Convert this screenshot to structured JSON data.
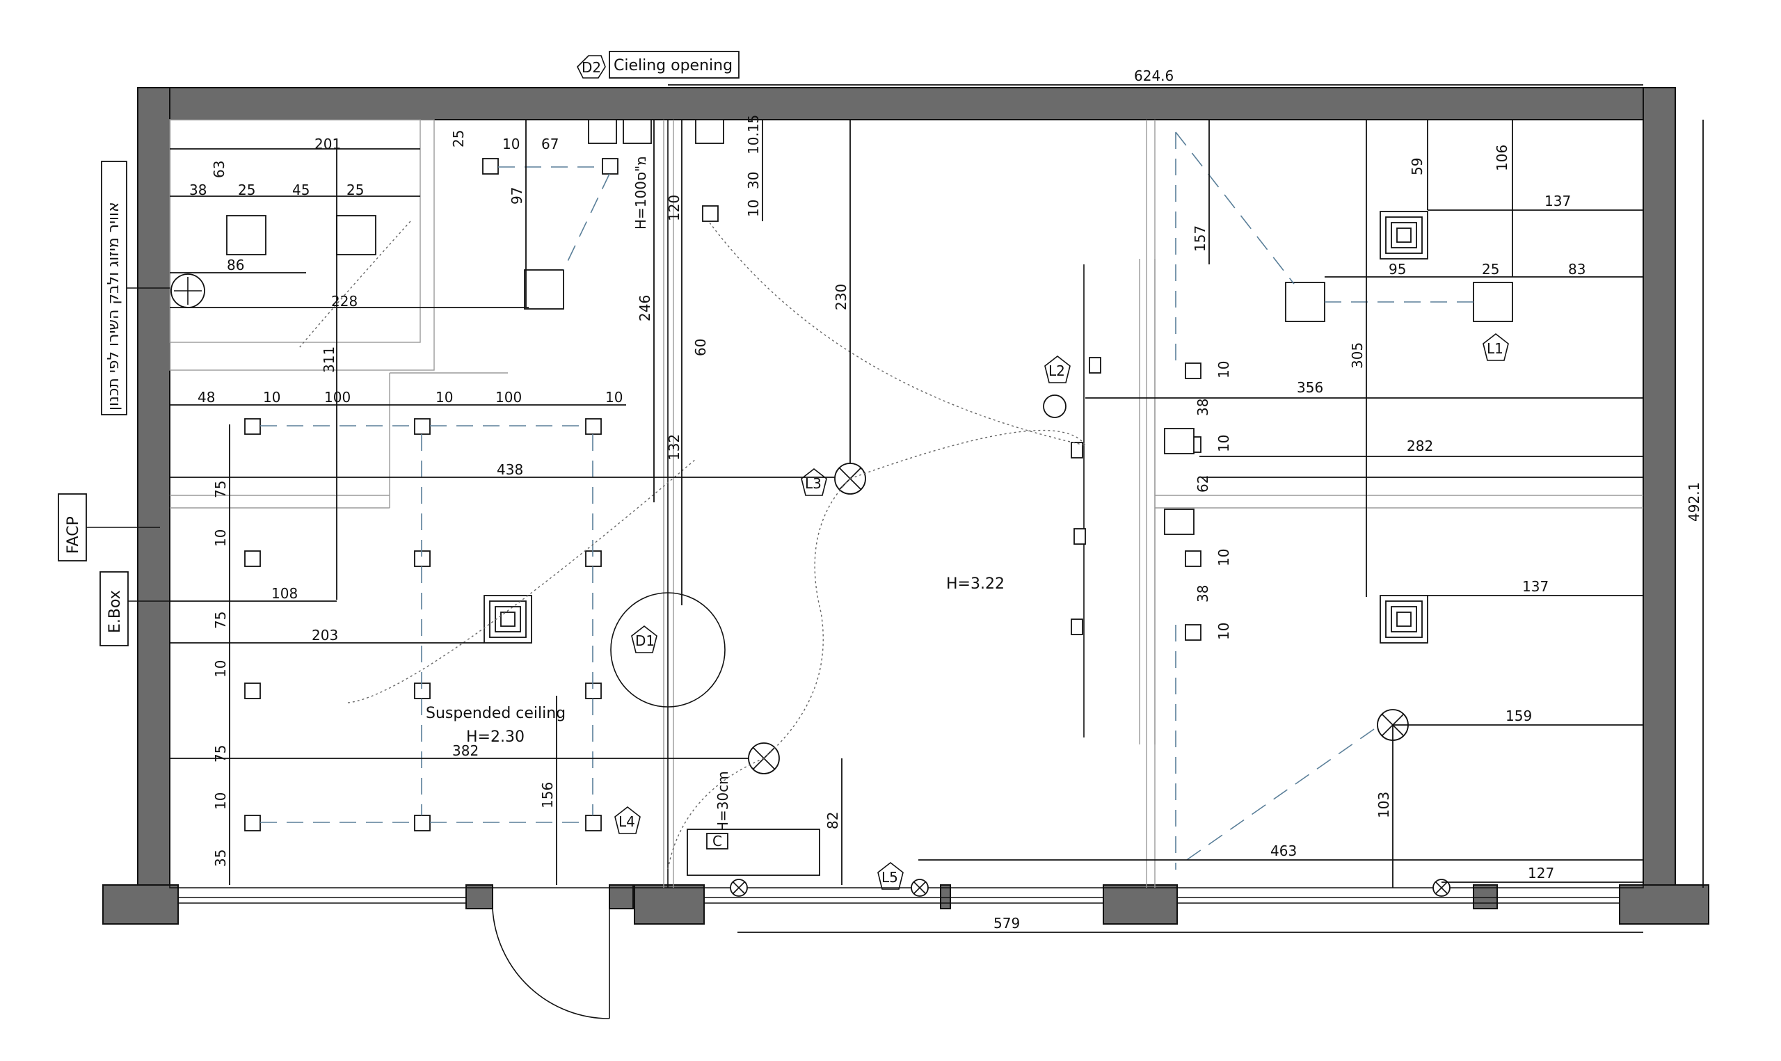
{
  "drawing": {
    "overall_width": "624.6",
    "overall_height": "492.1",
    "bottom_dim": "579",
    "room_height": "H=3.22",
    "suspended_label": "Suspended ceiling",
    "suspended_height": "H=2.30",
    "shaft_height": "H=100מ\"ס",
    "fixture_height": "H=30cm",
    "ceiling_opening_tag": "D2",
    "ceiling_opening_label": "Cieling opening",
    "side_label_facp": "FACP",
    "side_label_ebox": "E.Box",
    "side_label_hebrew": "אוויר מיזוג ולבק השירו לפי תכנון",
    "tags": [
      "L1",
      "L2",
      "L3",
      "L4",
      "L5",
      "D1",
      "C"
    ]
  },
  "dimensions": {
    "top_201": "201",
    "top_25a": "25",
    "top_10a": "10",
    "top_67": "67",
    "row_38": "38",
    "row_25b": "25",
    "row_45": "45",
    "row_25c": "25",
    "v_63": "63",
    "v_97": "97",
    "d_86": "86",
    "d_228": "228",
    "v_311": "311",
    "d_48": "48",
    "d_10b": "10",
    "d_100a": "100",
    "d_10c": "10",
    "d_100b": "100",
    "d_10d": "10",
    "d_438": "438",
    "v_75a": "75",
    "v_10e": "10",
    "d_108": "108",
    "v_75b": "75",
    "d_203": "203",
    "v_10f": "10",
    "v_75c": "75",
    "d_382": "382",
    "v_10g": "10",
    "v_35": "35",
    "v_156": "156",
    "v_120": "120",
    "v_246": "246",
    "v_60": "60",
    "v_132": "132",
    "v_1015": "10.15",
    "v_30": "30",
    "v_10h": "10",
    "v_230": "230",
    "v_82": "82",
    "v_157": "157",
    "v_10i": "10",
    "v_38a": "38",
    "v_10j": "10",
    "v_62": "62",
    "v_10k": "10",
    "v_38b": "38",
    "v_10l": "10",
    "d_356": "356",
    "d_282": "282",
    "v_59": "59",
    "v_106": "106",
    "d_137a": "137",
    "d_95": "95",
    "d_25d": "25",
    "d_83": "83",
    "v_305": "305",
    "d_137b": "137",
    "d_159": "159",
    "v_103": "103",
    "d_463": "463",
    "d_127": "127"
  }
}
